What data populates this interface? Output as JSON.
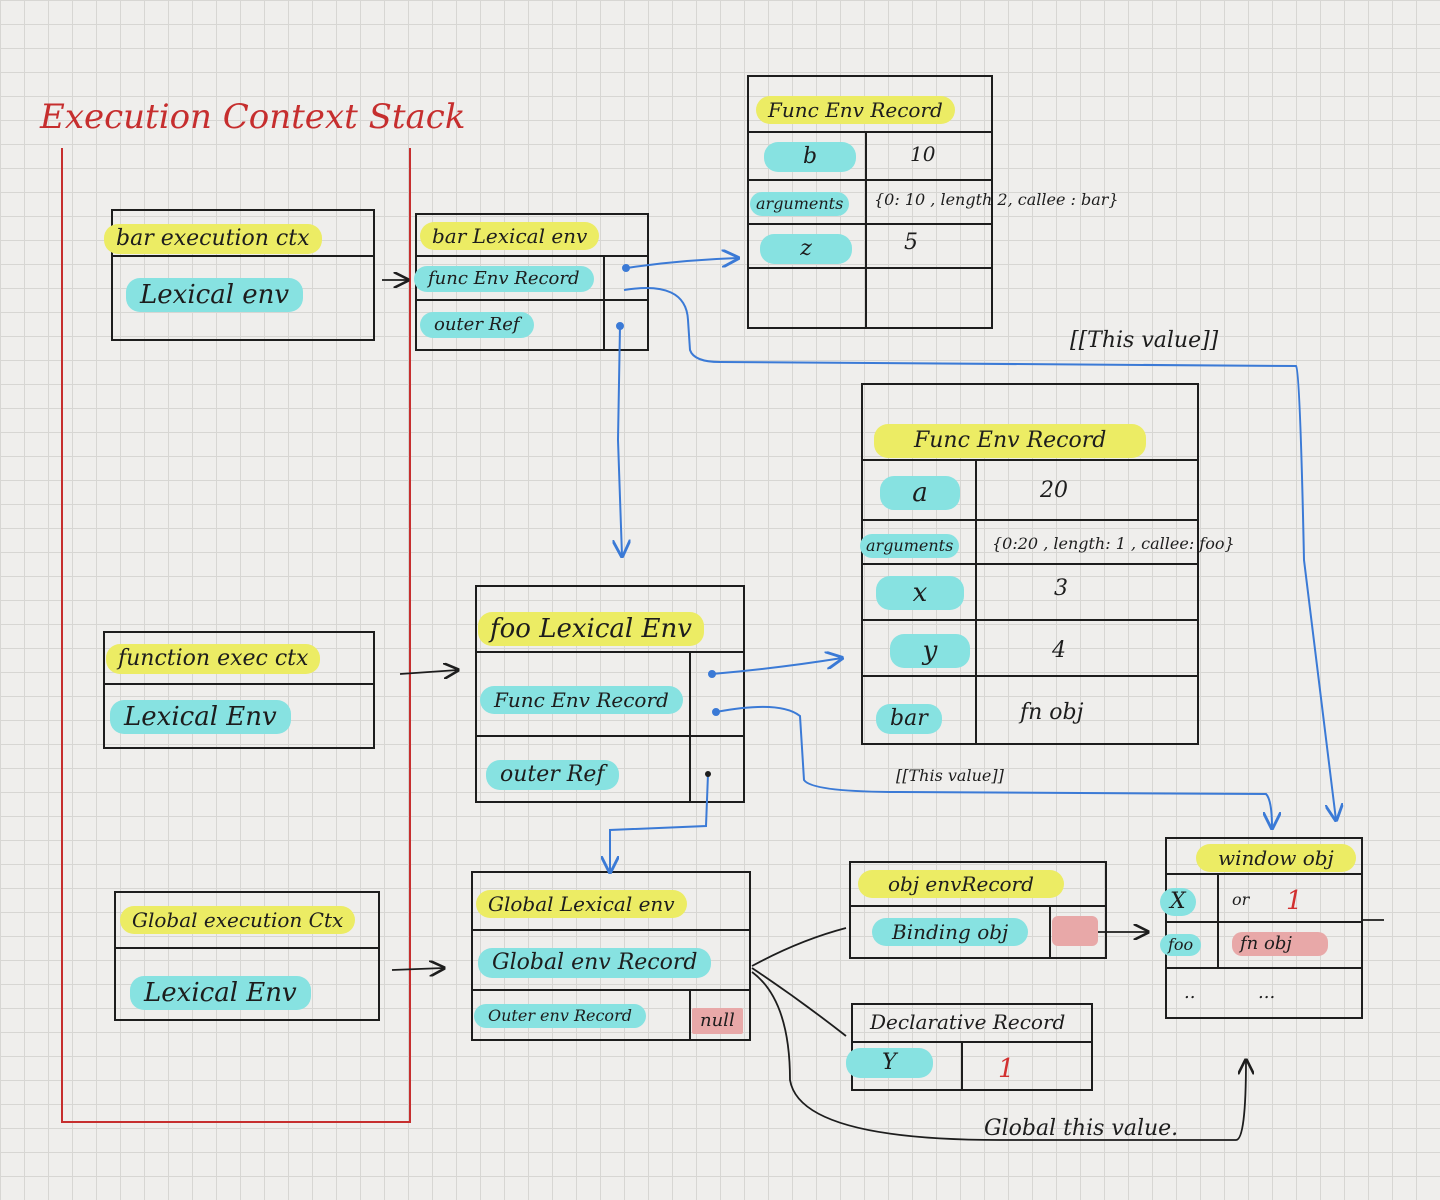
{
  "stack": {
    "title": "Execution Context Stack",
    "bar_ctx": {
      "title": "bar execution ctx",
      "lexical": "Lexical env"
    },
    "foo_ctx": {
      "title": "function exec ctx",
      "lexical": "Lexical Env"
    },
    "global_ctx": {
      "title": "Global execution Ctx",
      "lexical": "Lexical Env"
    }
  },
  "bar_lexical_env": {
    "title": "bar Lexical env",
    "record": "func Env Record",
    "outer": "outer Ref"
  },
  "bar_func_env_record": {
    "title": "Func Env Record",
    "rows": [
      {
        "key": "b",
        "value": "10"
      },
      {
        "key": "arguments",
        "value": "{0: 10 , length 2, callee : bar}"
      },
      {
        "key": "z",
        "value": "5"
      },
      {
        "key": "",
        "value": ""
      }
    ]
  },
  "this_value_1": "[[This value]]",
  "foo_func_env_record": {
    "title": "Func Env Record",
    "rows": [
      {
        "key": "a",
        "value": "20"
      },
      {
        "key": "arguments",
        "value": "{0:20 , length: 1 , callee: foo}"
      },
      {
        "key": "x",
        "value": "3"
      },
      {
        "key": "y",
        "value": "4"
      },
      {
        "key": "bar",
        "value": "fn obj"
      }
    ]
  },
  "foo_lexical_env": {
    "title": "foo Lexical Env",
    "record": "Func Env Record",
    "outer": "outer Ref"
  },
  "this_value_2": "[[This value]]",
  "global_lexical_env": {
    "title": "Global Lexical env",
    "record": "Global env Record",
    "outer": "Outer env Record",
    "outer_value": "null"
  },
  "obj_env_record": {
    "title": "obj envRecord",
    "binding": "Binding obj"
  },
  "declarative_record": {
    "title": "Declarative Record",
    "key": "Y",
    "value": "1"
  },
  "window_obj": {
    "title": "window obj",
    "rows": [
      {
        "key": "X",
        "value": "1",
        "prefix": "or"
      },
      {
        "key": "foo",
        "value": "fn obj",
        "prefix": ""
      },
      {
        "key": "..",
        "value": "...",
        "prefix": ""
      }
    ]
  },
  "global_this_value": "Global this value.",
  "colors": {
    "stack_frame": "#c62e2e",
    "arrow": "#3b7ad6",
    "highlight_yellow": "#ecec64",
    "highlight_cyan": "#87e2e1",
    "highlight_red": "#e8a8a8"
  }
}
